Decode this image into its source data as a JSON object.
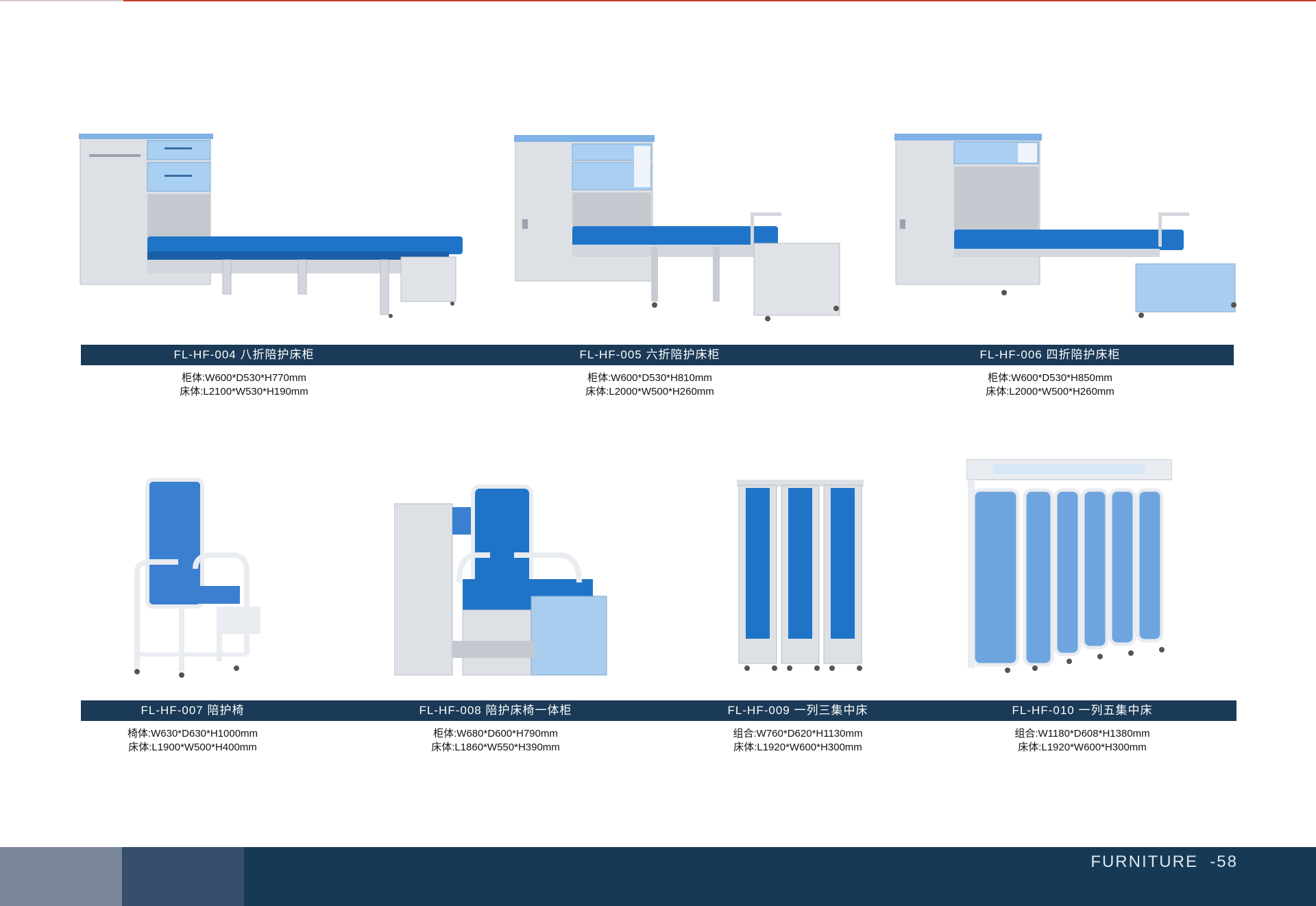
{
  "colors": {
    "accent_bar": "#1b3a57",
    "footer_dark": "#163a56",
    "footer_mid": "#354e6e",
    "footer_light": "#7a8699",
    "top_rule": "#c0392b",
    "mattress_blue": "#1f74c8",
    "cabinet_gray": "#dcdfe4"
  },
  "products_row1": [
    {
      "title": "FL-HF-004 八折陪护床柜",
      "spec1": "柜体:W600*D530*H770mm",
      "spec2": "床体:L2100*W530*H190mm"
    },
    {
      "title": "FL-HF-005 六折陪护床柜",
      "spec1": "柜体:W600*D530*H810mm",
      "spec2": "床体:L2000*W500*H260mm"
    },
    {
      "title": "FL-HF-006 四折陪护床柜",
      "spec1": "柜体:W600*D530*H850mm",
      "spec2": "床体:L2000*W500*H260mm"
    }
  ],
  "products_row2": [
    {
      "title": "FL-HF-007 陪护椅",
      "spec1": "椅体:W630*D630*H1000mm",
      "spec2": "床体:L1900*W500*H400mm"
    },
    {
      "title": "FL-HF-008 陪护床椅一体柜",
      "spec1": "柜体:W680*D600*H790mm",
      "spec2": "床体:L1860*W550*H390mm"
    },
    {
      "title": "FL-HF-009 一列三集中床",
      "spec1": "组合:W760*D620*H1130mm",
      "spec2": "床体:L1920*W600*H300mm"
    },
    {
      "title": "FL-HF-010 一列五集中床",
      "spec1": "组合:W1180*D608*H1380mm",
      "spec2": "床体:L1920*W600*H300mm"
    }
  ],
  "footer": {
    "label": "FURNITURE  -58"
  }
}
